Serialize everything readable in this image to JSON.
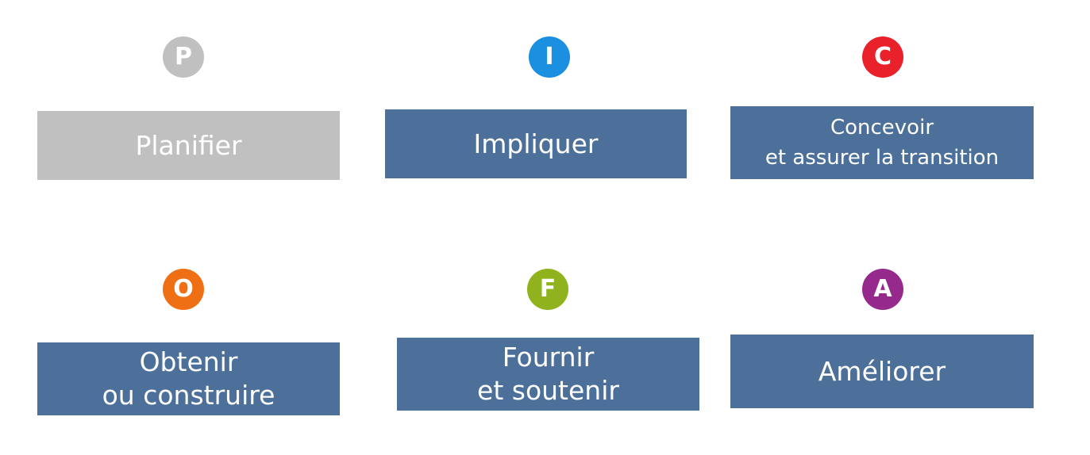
{
  "steps": {
    "p": {
      "letter": "P",
      "line1": "Planifier",
      "line2": "",
      "badge_color": "#c0c0c0",
      "box_color": "#c0c0c0",
      "state": "inactive"
    },
    "i": {
      "letter": "I",
      "line1": "Impliquer",
      "line2": "",
      "badge_color": "#1b8fe0",
      "box_color": "#4c7099",
      "state": "active"
    },
    "c": {
      "letter": "C",
      "line1": "Concevoir",
      "line2": "et assurer la transition",
      "badge_color": "#e8212a",
      "box_color": "#4c7099",
      "state": "active"
    },
    "o": {
      "letter": "O",
      "line1": "Obtenir",
      "line2": "ou construire",
      "badge_color": "#ef6f14",
      "box_color": "#4c7099",
      "state": "active"
    },
    "f": {
      "letter": "F",
      "line1": "Fournir",
      "line2": "et soutenir",
      "badge_color": "#8fb21d",
      "box_color": "#4c7099",
      "state": "active"
    },
    "a": {
      "letter": "A",
      "line1": "Améliorer",
      "line2": "",
      "badge_color": "#962a8c",
      "box_color": "#4c7099",
      "state": "active"
    }
  }
}
